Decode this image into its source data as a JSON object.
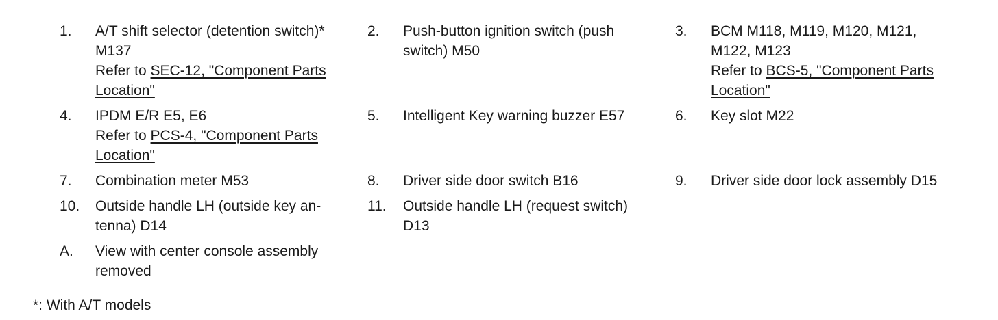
{
  "legend_rows": [
    [
      {
        "num": "1.",
        "lines": [
          "A/T shift selector (detention switch)*",
          "M137"
        ],
        "ref_prefix": "Refer to ",
        "ref_link_line1": "SEC-12, \"Component Parts ",
        "ref_link_line2": "Location\""
      },
      {
        "num": "2.",
        "lines": [
          "Push-button ignition switch (push",
          "switch) M50"
        ]
      },
      {
        "num": "3.",
        "lines": [
          "BCM M118, M119, M120, M121,",
          "M122, M123"
        ],
        "ref_prefix": "Refer to ",
        "ref_link_line1": "BCS-5, \"Component Parts ",
        "ref_link_line2": "Location\""
      }
    ],
    [
      {
        "num": "4.",
        "lines": [
          "IPDM E/R E5, E6"
        ],
        "ref_prefix": "Refer to ",
        "ref_link_line1": "PCS-4, \"Component Parts ",
        "ref_link_line2": "Location\""
      },
      {
        "num": "5.",
        "lines": [
          "Intelligent Key warning buzzer E57"
        ]
      },
      {
        "num": "6.",
        "lines": [
          "Key slot M22"
        ]
      }
    ],
    [
      {
        "num": "7.",
        "lines": [
          "Combination meter M53"
        ]
      },
      {
        "num": "8.",
        "lines": [
          "Driver side door switch B16"
        ]
      },
      {
        "num": "9.",
        "lines": [
          "Driver side door lock assembly D15"
        ]
      }
    ],
    [
      {
        "num": "10.",
        "lines": [
          "Outside handle LH (outside key an-",
          "tenna) D14"
        ]
      },
      {
        "num": "11.",
        "lines": [
          "Outside handle LH (request switch)",
          "D13"
        ]
      }
    ],
    [
      {
        "num": "A.",
        "lines": [
          "View with center console assembly",
          "removed"
        ]
      }
    ]
  ],
  "footnote": "*: With A/T models"
}
